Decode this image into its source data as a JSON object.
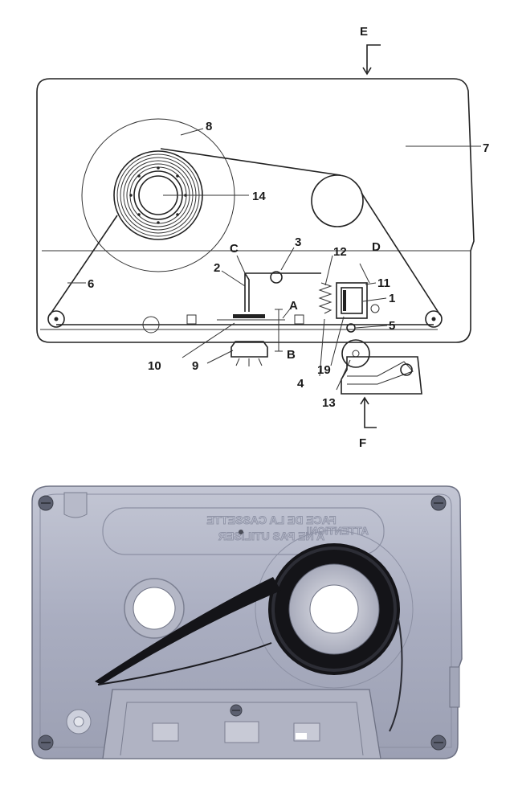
{
  "diagram": {
    "part_labels": [
      "1",
      "2",
      "3",
      "4",
      "5",
      "6",
      "7",
      "8",
      "9",
      "10",
      "11",
      "12",
      "13",
      "14",
      "19"
    ],
    "direction_labels": [
      "A",
      "B",
      "C",
      "D",
      "E",
      "F"
    ]
  },
  "photo": {
    "embossed_text": [
      "FACE DE LA CASSETTE",
      "A NE PAS UTILISER",
      "ATTENTION!"
    ]
  },
  "colors": {
    "line": "#222222",
    "shell": "#a9adc0",
    "tape": "#141418"
  }
}
